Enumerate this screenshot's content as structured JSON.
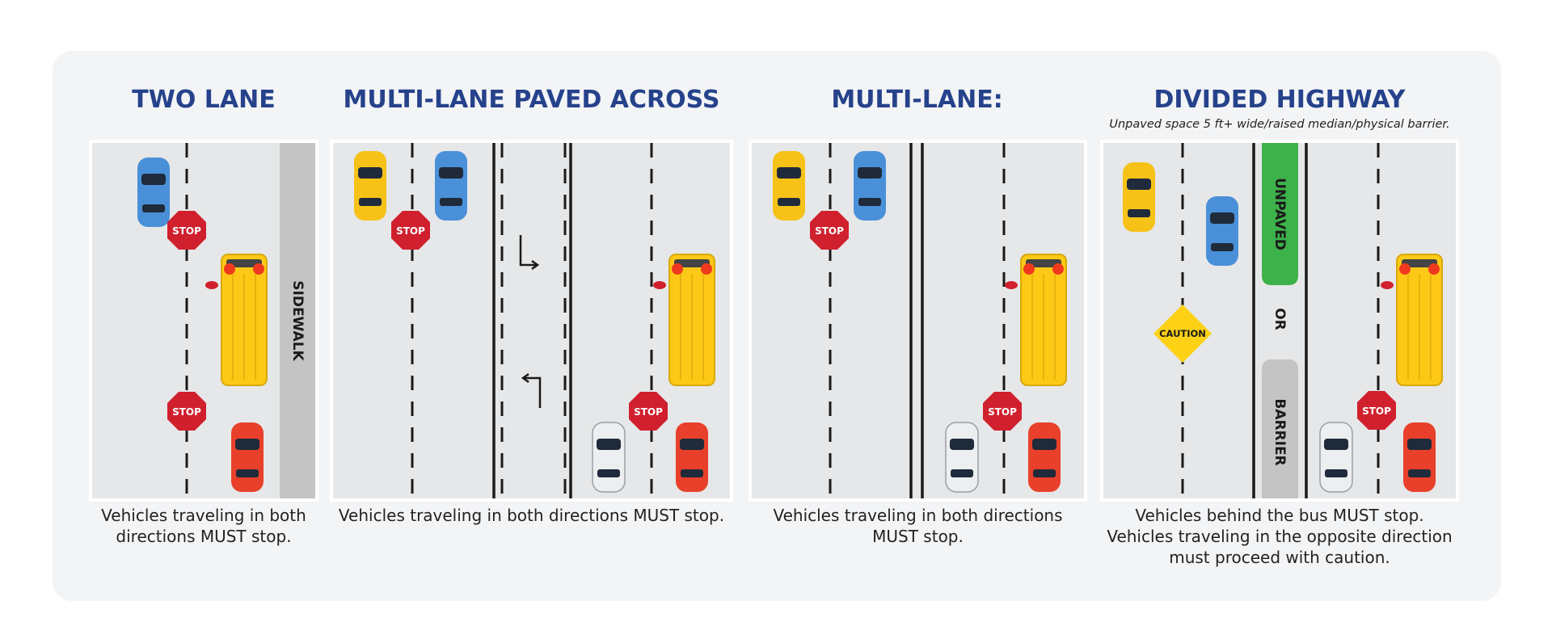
{
  "sections": [
    {
      "title": "TWO LANE",
      "subtitle": "",
      "caption_lines": [
        "Vehicles traveling in both",
        "directions MUST stop."
      ],
      "labels": {
        "sidewalk": "SIDEWALK"
      }
    },
    {
      "title": "MULTI-LANE PAVED ACROSS",
      "subtitle": "",
      "caption_lines": [
        "Vehicles traveling in both directions MUST stop."
      ]
    },
    {
      "title": "MULTI-LANE:",
      "subtitle": "",
      "caption_lines": [
        "Vehicles traveling in both directions",
        "MUST stop."
      ]
    },
    {
      "title": "DIVIDED HIGHWAY",
      "subtitle": "Unpaved space 5 ft+ wide/raised median/physical barrier.",
      "caption_lines": [
        "Vehicles behind the bus MUST stop.",
        "Vehicles traveling in the opposite direction",
        "must proceed with caution."
      ],
      "labels": {
        "unpaved": "UNPAVED",
        "or": "OR",
        "barrier": "BARRIER",
        "caution": "CAUTION"
      }
    }
  ],
  "sign_text": "STOP",
  "colors": {
    "title": "#26428b",
    "road": "#e6e7e8",
    "sign_red": "#d0202e",
    "bus_yellow": "#fdc916",
    "car_blue": "#4a90d9",
    "car_yellow": "#f6c218",
    "car_red": "#e8402a",
    "car_white": "#eceef0",
    "median_green": "#3db14a",
    "barrier_gray": "#c4c4c4",
    "caution_yellow": "#fcd116"
  }
}
